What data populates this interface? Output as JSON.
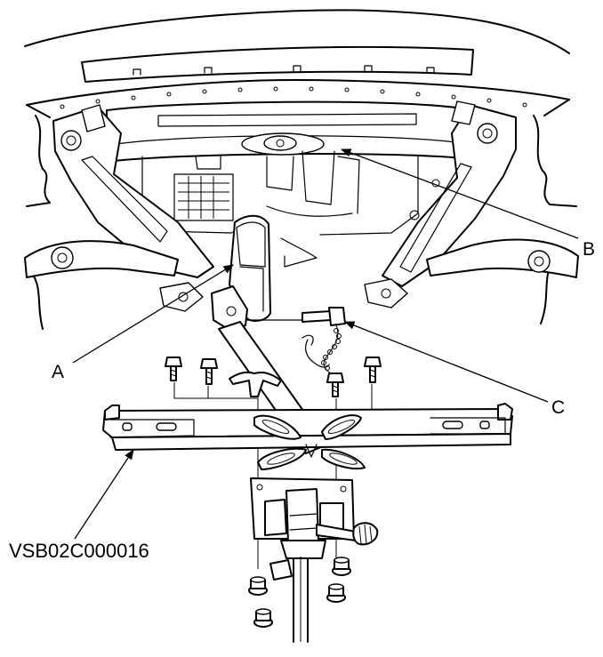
{
  "labels": {
    "a": "A",
    "b": "B",
    "c": "C",
    "figure_code": "VSB02C000016"
  },
  "colors": {
    "line": "#000000",
    "background": "#ffffff"
  }
}
